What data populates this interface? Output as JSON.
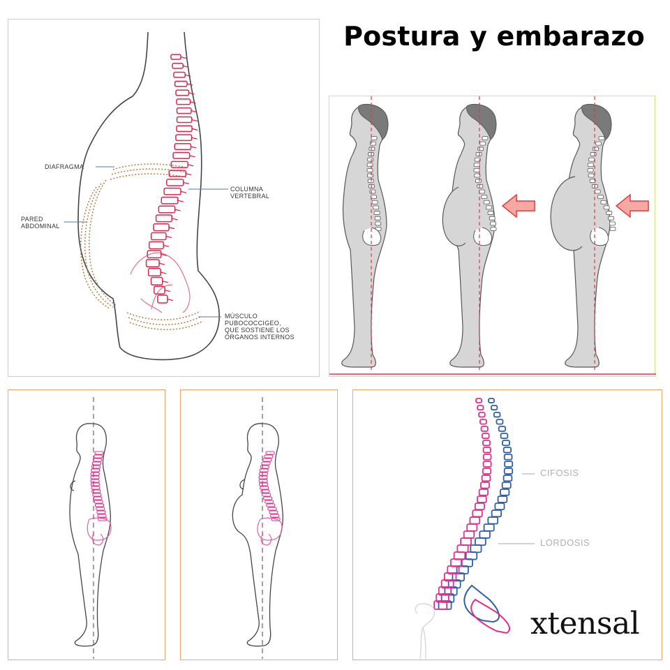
{
  "title": "Postura y embarazo",
  "brand": "xtensal",
  "anatomy_labels": {
    "diaphragm": "DIAFRAGMA",
    "spine": "COLUMNA\nVERTEBRAL",
    "abdominal_wall": "PARED\nABDOMINAL",
    "pelvic_floor": "MÚSCULO\nPUBOCOCCIGEO,\nQUE SOSTIENE LOS\nÓRGANOS INTERNOS"
  },
  "spine_labels": {
    "kyphosis": "CIFOSIS",
    "lordosis": "LORDOSIS"
  },
  "colors": {
    "spine_red": "#d8284e",
    "spine_pink": "#e0308c",
    "spine_blue": "#2f5fa8",
    "dashed_line": "#e0344a",
    "arrow_fill": "#f6a9a4",
    "arrow_stroke": "#e03a3a",
    "silhouette": "#d6d6d6",
    "hair": "#7a7a7a",
    "muscle_dots": "#b8844a"
  },
  "icons": {
    "arrow": "left-arrow-icon",
    "ghost": "pelvis-outline-icon"
  }
}
